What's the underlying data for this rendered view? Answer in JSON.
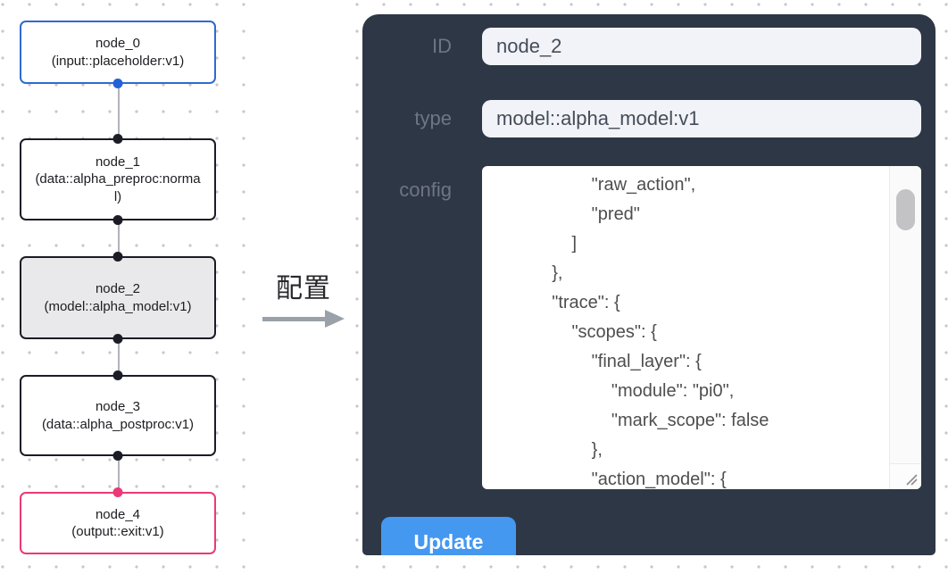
{
  "flow": {
    "nodes": [
      {
        "name": "node_0",
        "type_line": "(input::placeholder:v1)",
        "kind": "input"
      },
      {
        "name": "node_1",
        "type_line": "(data::alpha_preproc:normal)",
        "kind": "default"
      },
      {
        "name": "node_2",
        "type_line": "(model::alpha_model:v1)",
        "kind": "selected"
      },
      {
        "name": "node_3",
        "type_line": "(data::alpha_postproc:v1)",
        "kind": "default"
      },
      {
        "name": "node_4",
        "type_line": "(output::exit:v1)",
        "kind": "output"
      }
    ]
  },
  "transfer": {
    "label": "配置"
  },
  "panel": {
    "id_field": {
      "label": "ID",
      "value": "node_2"
    },
    "type_field": {
      "label": "type",
      "value": "model::alpha_model:v1"
    },
    "config_field": {
      "label": "config",
      "visible_lines": [
        "            \"raw_action\",",
        "            \"pred\"",
        "        ]",
        "    },",
        "    \"trace\": {",
        "        \"scopes\": {",
        "            \"final_layer\": {",
        "                \"module\": \"pi0\",",
        "                \"mark_scope\": false",
        "            },",
        "            \"action_model\": {"
      ]
    },
    "update_button": "Update"
  },
  "colors": {
    "panel_bg": "#2e3746",
    "input_node_border": "#2e6bd0",
    "output_node_border": "#ea3a78",
    "default_node_border": "#1c1c26",
    "selected_node_bg": "#e9e9eb",
    "button_bg": "#4598ef",
    "edge": "#b3b4ba"
  }
}
